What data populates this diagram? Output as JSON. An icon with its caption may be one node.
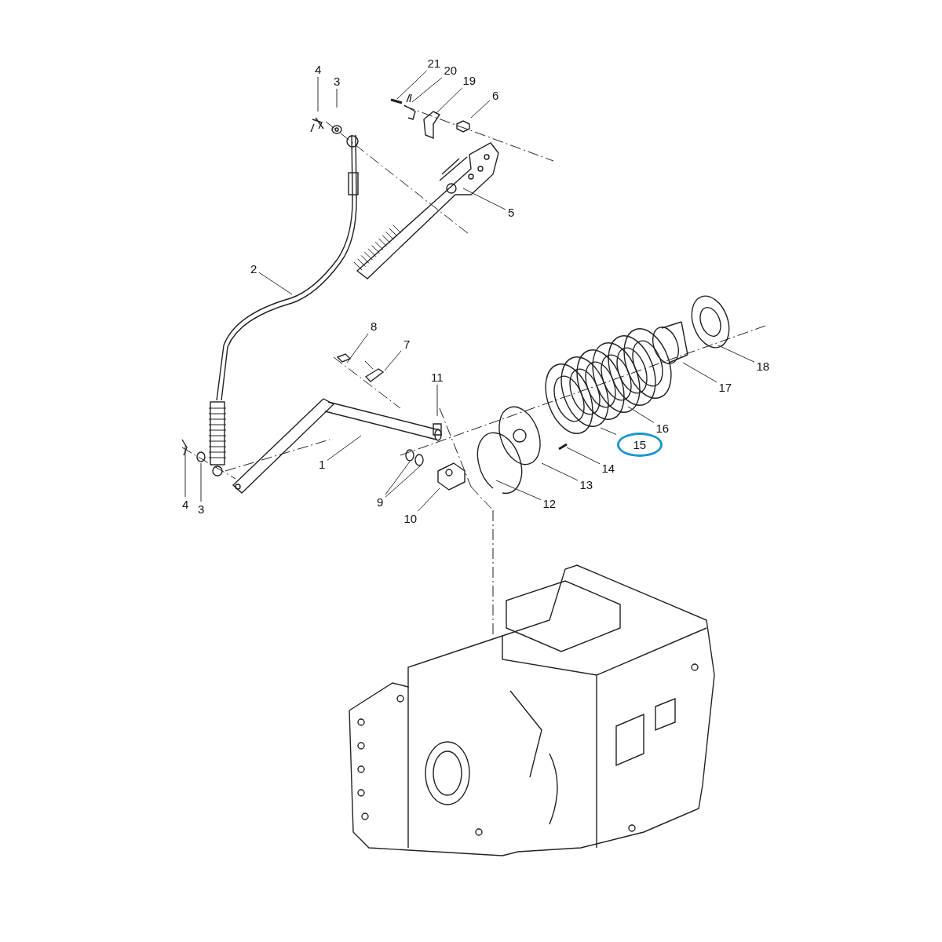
{
  "diagram": {
    "nodes": [
      {
        "text": [
          "21"
        ]
      },
      {
        "text": [
          "20"
        ]
      },
      {
        "text": [
          "4"
        ]
      },
      {
        "text": [
          "19"
        ]
      },
      {
        "text": [
          "3"
        ]
      },
      {
        "text": [
          "6"
        ]
      },
      {
        "text": [
          "5"
        ]
      },
      {
        "text": [
          "2"
        ]
      },
      {
        "text": [
          "8"
        ]
      },
      {
        "text": [
          "7"
        ]
      },
      {
        "text": [
          "18"
        ]
      },
      {
        "text": [
          "11"
        ]
      },
      {
        "text": [
          "17"
        ]
      },
      {
        "text": [
          "16"
        ]
      },
      {
        "text": [
          "15"
        ]
      },
      {
        "text": [
          "1"
        ]
      },
      {
        "text": [
          "14"
        ]
      },
      {
        "text": [
          "13"
        ]
      },
      {
        "text": [
          "12"
        ]
      },
      {
        "text": [
          "4"
        ]
      },
      {
        "text": [
          "9"
        ]
      },
      {
        "text": [
          "3"
        ]
      },
      {
        "text": [
          "10"
        ]
      }
    ],
    "edges": [
      {
        "from": 0,
        "to": null,
        "arrow": "none"
      },
      {
        "from": 1,
        "to": null,
        "arrow": "none"
      },
      {
        "from": 2,
        "to": null,
        "arrow": "none"
      },
      {
        "from": 3,
        "to": null,
        "arrow": "none"
      },
      {
        "from": 4,
        "to": null,
        "arrow": "none"
      },
      {
        "from": 5,
        "to": null,
        "arrow": "none"
      },
      {
        "from": 6,
        "to": null,
        "arrow": "none"
      },
      {
        "from": 7,
        "to": null,
        "arrow": "none"
      },
      {
        "from": 8,
        "to": null,
        "arrow": "none"
      },
      {
        "from": 9,
        "to": null,
        "arrow": "none"
      },
      {
        "from": 10,
        "to": null,
        "arrow": "none"
      },
      {
        "from": 11,
        "to": null,
        "arrow": "none"
      },
      {
        "from": 12,
        "to": null,
        "arrow": "none"
      },
      {
        "from": 13,
        "to": null,
        "arrow": "none"
      },
      {
        "from": 14,
        "to": null,
        "arrow": "none"
      },
      {
        "from": 15,
        "to": null,
        "arrow": "none"
      },
      {
        "from": 16,
        "to": null,
        "arrow": "none"
      },
      {
        "from": 17,
        "to": null,
        "arrow": "none"
      },
      {
        "from": 18,
        "to": null,
        "arrow": "none"
      },
      {
        "from": 19,
        "to": null,
        "arrow": "none"
      },
      {
        "from": 20,
        "to": null,
        "arrow": "none"
      },
      {
        "from": 20,
        "to": null,
        "arrow": "none"
      },
      {
        "from": 21,
        "to": null,
        "arrow": "none"
      },
      {
        "from": 22,
        "to": null,
        "arrow": "none"
      }
    ]
  }
}
